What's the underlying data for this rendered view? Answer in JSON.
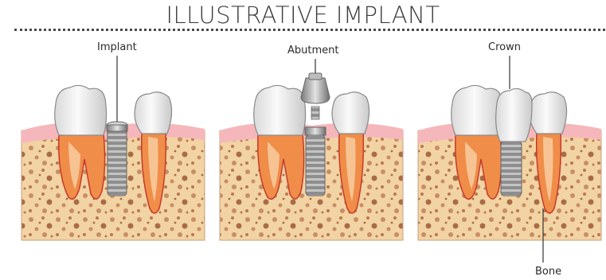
{
  "title": "ILLUSTRATIVE IMPLANT",
  "labels": {
    "implant": "Implant",
    "abutment": "Abutment",
    "crown": "Crown",
    "bone": "Bone"
  },
  "colors": {
    "bone": "#f2d3a4",
    "gum": "#f5b7bb",
    "root": "#ef8d49",
    "tooth": "#eeeeee",
    "metal": "#9a9a9a",
    "speckle": "#b8784e"
  }
}
